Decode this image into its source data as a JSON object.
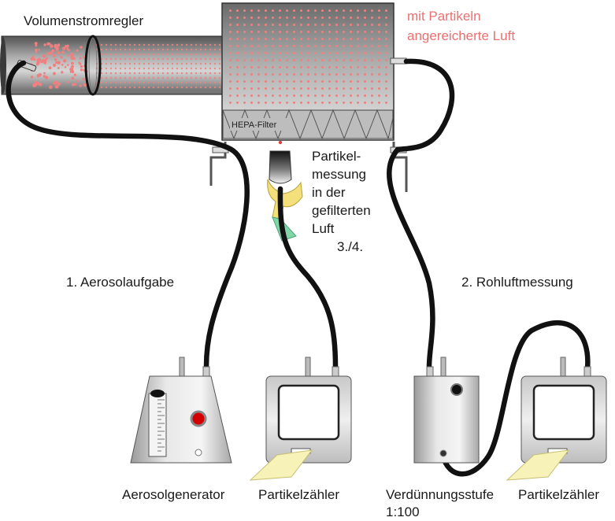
{
  "labels": {
    "flow_controller": "Volumenstromregler",
    "enriched_air_line1": "mit Partikeln",
    "enriched_air_line2": "angereicherte Luft",
    "hepa_filter": "HEPA-Filter",
    "filtered_measurement_lines": [
      "Partikel-",
      "messung",
      "in der",
      "gefilterten",
      "Luft"
    ],
    "filtered_measurement_step": "3./4.",
    "aerosol_feed": "1. Aerosolaufgabe",
    "raw_air_measurement": "2. Rohluftmessung",
    "aerosol_generator": "Aerosolgenerator",
    "particle_counter_1": "Partikelzähler",
    "dilution_stage_line1": "Verdünnungsstufe",
    "dilution_stage_line2": "1:100",
    "particle_counter_2": "Partikelzähler"
  },
  "colors": {
    "particle": "#f08080",
    "particle_text": "#ee6f6f",
    "tube": "#111111",
    "device_metal": "#d9d9d9",
    "paper": "#f7f3b8",
    "glove": "#f3e07a",
    "sleeve": "#7fd6a8",
    "knob_red": "#d40000"
  },
  "icons": {
    "duct": "duct-pipe-icon",
    "filter_housing": "filter-housing-icon",
    "probe": "handheld-probe-icon",
    "generator": "aerosol-generator-icon",
    "counter": "particle-counter-icon",
    "diluter": "dilution-stage-icon"
  }
}
